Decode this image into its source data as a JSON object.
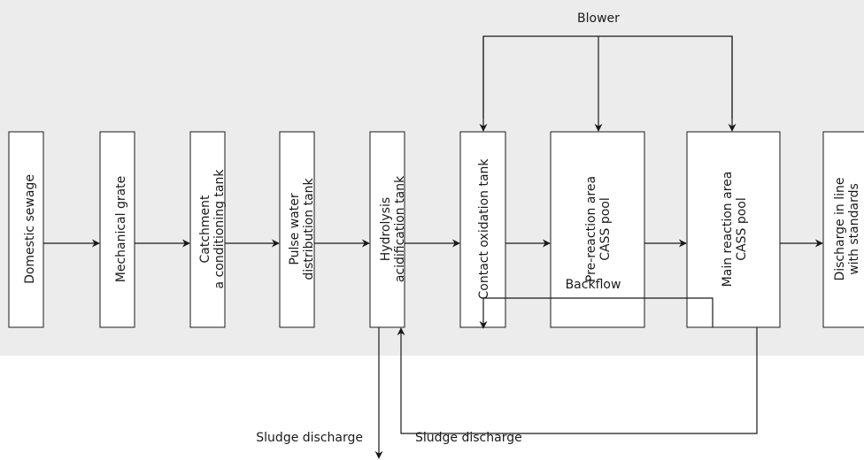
{
  "colors": {
    "background_band": "#ececec",
    "stroke": "#1a1a1a"
  },
  "stages": [
    {
      "lines": [
        "Domestic sewage"
      ]
    },
    {
      "lines": [
        "Mechanical grate"
      ]
    },
    {
      "lines": [
        "Catchment",
        "a conditioning tank"
      ]
    },
    {
      "lines": [
        "Pulse water",
        "distribution tank"
      ]
    },
    {
      "lines": [
        "Hydrolysis",
        "acidification tank"
      ]
    },
    {
      "lines": [
        "Contact oxidation tank"
      ]
    },
    {
      "lines": [
        "Pre-reaction area",
        "CASS pool"
      ]
    },
    {
      "lines": [
        "Main reaction area",
        "CASS pool"
      ]
    },
    {
      "lines": [
        "Discharge in line",
        "with standards"
      ]
    }
  ],
  "labels": {
    "blower": "Blower",
    "backflow": "Backflow",
    "sludge_left": "Sludge discharge",
    "sludge_right": "Sludge discharge"
  }
}
